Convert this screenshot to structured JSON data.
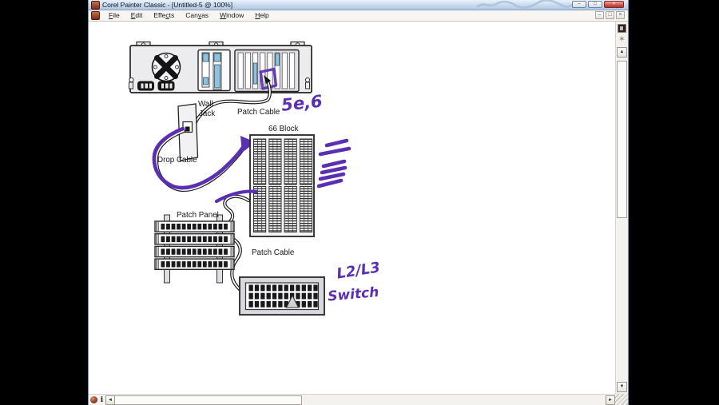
{
  "colors": {
    "ink": "#5b2fb4",
    "accent_blue": "#8fc3dd",
    "close_red": "#cf5248"
  },
  "window": {
    "title": "Corel Painter Classic - [Untitled-5 @ 100%]",
    "menus": [
      {
        "text": "File",
        "u": "F"
      },
      {
        "text": "Edit",
        "u": "E"
      },
      {
        "text": "Effects",
        "u": "c"
      },
      {
        "text": "Canvas",
        "u": "v"
      },
      {
        "text": "Window",
        "u": "W"
      },
      {
        "text": "Help",
        "u": "H"
      }
    ],
    "glyphs": {
      "minimize": "–",
      "restore": "□",
      "close": "×",
      "up": "▲",
      "down": "▼",
      "left": "◄",
      "right": "►",
      "star": "✶",
      "info": "i"
    }
  },
  "diagram": {
    "labels": {
      "wall_jack_line1": "Wall",
      "wall_jack_line2": "Jack",
      "patch_cable_top": "Patch Cable",
      "block66": "66 Block",
      "drop_cable": "Drop Cable",
      "patch_panel": "Patch Panel",
      "patch_cable_bottom": "Patch Cable"
    },
    "ink_annotations": {
      "cable_spec": "5e,6",
      "switch_line1": "L2/L3",
      "switch_line2": "Switch",
      "tally_groups": [
        2,
        4
      ]
    },
    "patch_panel": {
      "rows": 4,
      "ports_per_row": 13
    },
    "switch": {
      "rows": 3,
      "cols": 12
    },
    "block66_columns": 4
  }
}
